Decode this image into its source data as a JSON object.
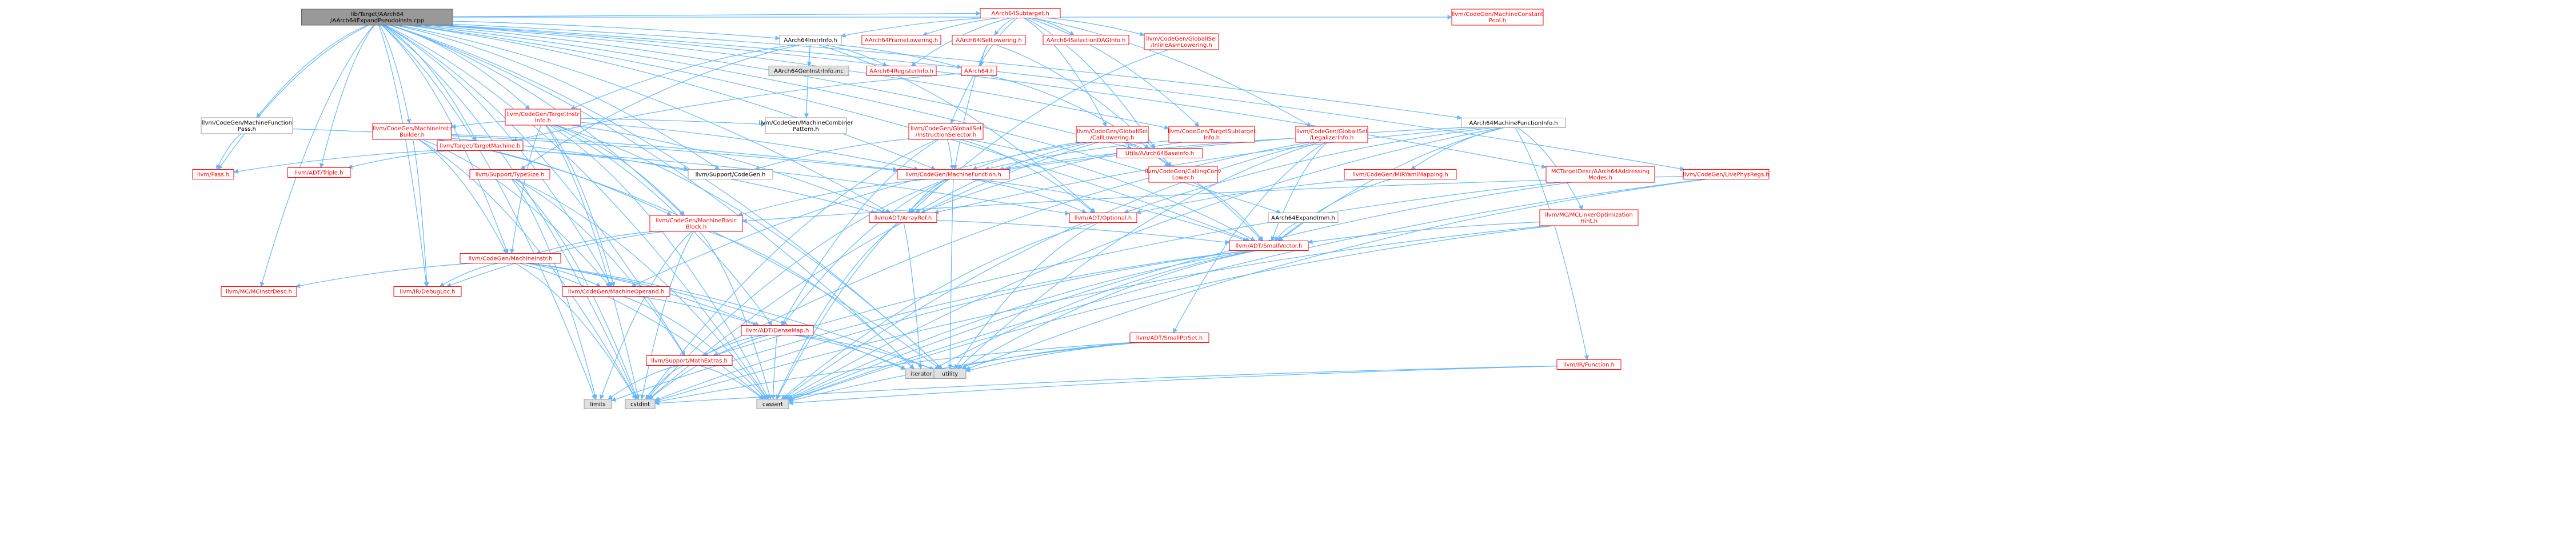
{
  "colors": {
    "edge": "#63b8ff",
    "root_fill": "#999999",
    "node_fill": "#ffffff",
    "node_border_missing": "#ff0000",
    "node_border_plain": "#999999",
    "gray_fill": "#e0e0e0",
    "text_red": "#ff0000",
    "text_black": "#000000"
  },
  "nodes": [
    {
      "id": "root",
      "lines": [
        "lib/Target/AArch64",
        "/AArch64ExpandPseudoInsts.cpp"
      ],
      "style": "root"
    },
    {
      "id": "subtarget",
      "lines": [
        "AArch64Subtarget.h"
      ],
      "style": "red"
    },
    {
      "id": "instrinfo",
      "lines": [
        "AArch64InstrInfo.h"
      ],
      "style": "plain"
    },
    {
      "id": "framelowering",
      "lines": [
        "AArch64FrameLowering.h"
      ],
      "style": "red"
    },
    {
      "id": "isellowering",
      "lines": [
        "AArch64ISelLowering.h"
      ],
      "style": "red"
    },
    {
      "id": "seldaginfo",
      "lines": [
        "AArch64SelectionDAGInfo.h"
      ],
      "style": "red"
    },
    {
      "id": "inlineasm",
      "lines": [
        "llvm/CodeGen/GlobalISel",
        "/InlineAsmLowering.h"
      ],
      "style": "red"
    },
    {
      "id": "legalizer",
      "lines": [
        "llvm/CodeGen/GlobalISel",
        "/LegalizerInfo.h"
      ],
      "style": "red"
    },
    {
      "id": "constpool",
      "lines": [
        "llvm/CodeGen/MachineConstant",
        "Pool.h"
      ],
      "style": "red"
    },
    {
      "id": "gendesc",
      "lines": [
        "AArch64GenInstrInfo.inc"
      ],
      "style": "gray"
    },
    {
      "id": "reginfo",
      "lines": [
        "AArch64RegisterInfo.h"
      ],
      "style": "red"
    },
    {
      "id": "aarch64",
      "lines": [
        "AArch64.h"
      ],
      "style": "red"
    },
    {
      "id": "targetinstr",
      "lines": [
        "llvm/CodeGen/TargetInstr",
        "Info.h"
      ],
      "style": "red"
    },
    {
      "id": "combiner",
      "lines": [
        "llvm/CodeGen/MachineCombiner",
        "Pattern.h"
      ],
      "style": "plain"
    },
    {
      "id": "mfpass",
      "lines": [
        "llvm/CodeGen/MachineFunction",
        "Pass.h"
      ],
      "style": "plain"
    },
    {
      "id": "instrbuilder",
      "lines": [
        "llvm/CodeGen/MachineInstr",
        "Builder.h"
      ],
      "style": "red"
    },
    {
      "id": "targetmachine",
      "lines": [
        "llvm/Target/TargetMachine.h"
      ],
      "style": "red"
    },
    {
      "id": "instrselector",
      "lines": [
        "llvm/CodeGen/GlobalISel",
        "/InstructionSelector.h"
      ],
      "style": "red"
    },
    {
      "id": "calllowering",
      "lines": [
        "llvm/CodeGen/GlobalISel",
        "/CallLowering.h"
      ],
      "style": "red"
    },
    {
      "id": "targetsubinfo",
      "lines": [
        "llvm/CodeGen/TargetSubtarget",
        "Info.h"
      ],
      "style": "red"
    },
    {
      "id": "baseinfo",
      "lines": [
        "Utils/AArch64BaseInfo.h"
      ],
      "style": "red"
    },
    {
      "id": "mfi",
      "lines": [
        "AArch64MachineFunctionInfo.h"
      ],
      "style": "plain"
    },
    {
      "id": "addrmodes",
      "lines": [
        "MCTargetDesc/AArch64Addressing",
        "Modes.h"
      ],
      "style": "red"
    },
    {
      "id": "livephys",
      "lines": [
        "llvm/CodeGen/LivePhysRegs.h"
      ],
      "style": "red"
    },
    {
      "id": "pass",
      "lines": [
        "llvm/Pass.h"
      ],
      "style": "red"
    },
    {
      "id": "triple",
      "lines": [
        "llvm/ADT/Triple.h"
      ],
      "style": "red"
    },
    {
      "id": "typesize",
      "lines": [
        "llvm/Support/TypeSize.h"
      ],
      "style": "red"
    },
    {
      "id": "codegen",
      "lines": [
        "llvm/Support/CodeGen.h"
      ],
      "style": "plain"
    },
    {
      "id": "machinefunction",
      "lines": [
        "llvm/CodeGen/MachineFunction.h"
      ],
      "style": "red"
    },
    {
      "id": "callconv",
      "lines": [
        "llvm/CodeGen/CallingConv",
        "Lower.h"
      ],
      "style": "red"
    },
    {
      "id": "mirymlmapping",
      "lines": [
        "llvm/CodeGen/MIRYamlMapping.h"
      ],
      "style": "red"
    },
    {
      "id": "expandimm",
      "lines": [
        "AArch64ExpandImm.h"
      ],
      "style": "plain"
    },
    {
      "id": "mclinker",
      "lines": [
        "llvm/MC/MCLinkerOptimization",
        "Hint.h"
      ],
      "style": "red"
    },
    {
      "id": "mbb",
      "lines": [
        "llvm/CodeGen/MachineBasic",
        "Block.h"
      ],
      "style": "red"
    },
    {
      "id": "arrayref",
      "lines": [
        "llvm/ADT/ArrayRef.h"
      ],
      "style": "red"
    },
    {
      "id": "optional",
      "lines": [
        "llvm/ADT/Optional.h"
      ],
      "style": "red"
    },
    {
      "id": "smallvector",
      "lines": [
        "llvm/ADT/SmallVector.h"
      ],
      "style": "red"
    },
    {
      "id": "machineinstr",
      "lines": [
        "llvm/CodeGen/MachineInstr.h"
      ],
      "style": "red"
    },
    {
      "id": "mcinstrdesc",
      "lines": [
        "llvm/MC/MCInstrDesc.h"
      ],
      "style": "red"
    },
    {
      "id": "debugloc",
      "lines": [
        "llvm/IR/DebugLoc.h"
      ],
      "style": "red"
    },
    {
      "id": "operand",
      "lines": [
        "llvm/CodeGen/MachineOperand.h"
      ],
      "style": "red"
    },
    {
      "id": "densemap",
      "lines": [
        "llvm/ADT/DenseMap.h"
      ],
      "style": "red"
    },
    {
      "id": "smallptrset",
      "lines": [
        "llvm/ADT/SmallPtrSet.h"
      ],
      "style": "red"
    },
    {
      "id": "mathextras",
      "lines": [
        "llvm/Support/MathExtras.h"
      ],
      "style": "red"
    },
    {
      "id": "function",
      "lines": [
        "llvm/IR/Function.h"
      ],
      "style": "red"
    },
    {
      "id": "iterator",
      "lines": [
        "iterator"
      ],
      "style": "gray"
    },
    {
      "id": "utility",
      "lines": [
        "utility"
      ],
      "style": "gray"
    },
    {
      "id": "limits",
      "lines": [
        "limits"
      ],
      "style": "gray"
    },
    {
      "id": "cstdint",
      "lines": [
        "cstdint"
      ],
      "style": "gray"
    },
    {
      "id": "cassert",
      "lines": [
        "cassert"
      ],
      "style": "gray"
    }
  ],
  "edges": [
    [
      "root",
      "subtarget"
    ],
    [
      "root",
      "instrinfo"
    ],
    [
      "root",
      "mfi"
    ],
    [
      "root",
      "constpool"
    ],
    [
      "root",
      "addrmodes"
    ],
    [
      "root",
      "livephys"
    ],
    [
      "root",
      "instrbuilder"
    ],
    [
      "root",
      "mfpass"
    ],
    [
      "root",
      "pass"
    ],
    [
      "root",
      "triple"
    ],
    [
      "root",
      "targetmachine"
    ],
    [
      "root",
      "mbb"
    ],
    [
      "root",
      "machineinstr"
    ],
    [
      "root",
      "operand"
    ],
    [
      "root",
      "debugloc"
    ],
    [
      "root",
      "mathextras"
    ],
    [
      "root",
      "codegen"
    ],
    [
      "root",
      "machinefunction"
    ],
    [
      "root",
      "expandimm"
    ],
    [
      "root",
      "baseinfo"
    ],
    [
      "root",
      "targetsubinfo"
    ],
    [
      "root",
      "limits"
    ],
    [
      "root",
      "cstdint"
    ],
    [
      "root",
      "cassert"
    ],
    [
      "root",
      "utility"
    ],
    [
      "root",
      "iterator"
    ],
    [
      "root",
      "mcinstrdesc"
    ],
    [
      "root",
      "targetinstr"
    ],
    [
      "root",
      "smallvector"
    ],
    [
      "root",
      "arrayref"
    ],
    [
      "subtarget",
      "framelowering"
    ],
    [
      "subtarget",
      "isellowering"
    ],
    [
      "subtarget",
      "seldaginfo"
    ],
    [
      "subtarget",
      "inlineasm"
    ],
    [
      "subtarget",
      "legalizer"
    ],
    [
      "subtarget",
      "reginfo"
    ],
    [
      "subtarget",
      "instrinfo"
    ],
    [
      "subtarget",
      "targetsubinfo"
    ],
    [
      "subtarget",
      "calllowering"
    ],
    [
      "subtarget",
      "instrselector"
    ],
    [
      "subtarget",
      "baseinfo"
    ],
    [
      "instrinfo",
      "gendesc"
    ],
    [
      "instrinfo",
      "reginfo"
    ],
    [
      "instrinfo",
      "aarch64"
    ],
    [
      "instrinfo",
      "targetinstr"
    ],
    [
      "instrinfo",
      "combiner"
    ],
    [
      "instrinfo",
      "typesize"
    ],
    [
      "instrinfo",
      "optional"
    ],
    [
      "isellowering",
      "aarch64"
    ],
    [
      "isellowering",
      "callconv"
    ],
    [
      "isellowering",
      "machinefunction"
    ],
    [
      "aarch64",
      "targetmachine"
    ],
    [
      "aarch64",
      "baseinfo"
    ],
    [
      "targetinstr",
      "instrbuilder"
    ],
    [
      "targetinstr",
      "combiner"
    ],
    [
      "targetinstr",
      "mbb"
    ],
    [
      "targetinstr",
      "machinefunction"
    ],
    [
      "targetinstr",
      "arrayref"
    ],
    [
      "targetinstr",
      "densemap"
    ],
    [
      "targetinstr",
      "operand"
    ],
    [
      "targetinstr",
      "machineinstr"
    ],
    [
      "targetinstr",
      "cassert"
    ],
    [
      "targetinstr",
      "cstdint"
    ],
    [
      "targetinstr",
      "utility"
    ],
    [
      "mfpass",
      "pass"
    ],
    [
      "mfpass",
      "machinefunction"
    ],
    [
      "instrbuilder",
      "mbb"
    ],
    [
      "instrbuilder",
      "machinefunction"
    ],
    [
      "instrbuilder",
      "machineinstr"
    ],
    [
      "instrbuilder",
      "operand"
    ],
    [
      "instrbuilder",
      "arrayref"
    ],
    [
      "instrbuilder",
      "debugloc"
    ],
    [
      "instrbuilder",
      "cstdint"
    ],
    [
      "targetmachine",
      "triple"
    ],
    [
      "targetmachine",
      "codegen"
    ],
    [
      "targetmachine",
      "pass"
    ],
    [
      "targetmachine",
      "optional"
    ],
    [
      "targetmachine",
      "utility"
    ],
    [
      "instrselector",
      "machinefunction"
    ],
    [
      "instrselector",
      "codegen"
    ],
    [
      "instrselector",
      "smallvector"
    ],
    [
      "instrselector",
      "densemap"
    ],
    [
      "instrselector",
      "cstdint"
    ],
    [
      "instrselector",
      "optional"
    ],
    [
      "calllowering",
      "callconv"
    ],
    [
      "calllowering",
      "machinefunction"
    ],
    [
      "calllowering",
      "arrayref"
    ],
    [
      "calllowering",
      "smallvector"
    ],
    [
      "calllowering",
      "operand"
    ],
    [
      "calllowering",
      "cstdint"
    ],
    [
      "inlineasm",
      "arrayref"
    ],
    [
      "legalizer",
      "machinefunction"
    ],
    [
      "legalizer",
      "smallvector"
    ],
    [
      "legalizer",
      "smallptrset"
    ],
    [
      "legalizer",
      "mathextras"
    ],
    [
      "legalizer",
      "cassert"
    ],
    [
      "legalizer",
      "utility"
    ],
    [
      "targetsubinfo",
      "arrayref"
    ],
    [
      "targetsubinfo",
      "machinefunction"
    ],
    [
      "mfi",
      "mirymlmapping"
    ],
    [
      "mfi",
      "mclinker"
    ],
    [
      "mfi",
      "optional"
    ],
    [
      "mfi",
      "smallvector"
    ],
    [
      "mfi",
      "arrayref"
    ],
    [
      "mfi",
      "machinefunction"
    ],
    [
      "mfi",
      "function"
    ],
    [
      "mfi",
      "cassert"
    ],
    [
      "addrmodes",
      "mathextras"
    ],
    [
      "addrmodes",
      "cassert"
    ],
    [
      "livephys",
      "mbb"
    ],
    [
      "livephys",
      "utility"
    ],
    [
      "livephys",
      "cassert"
    ],
    [
      "typesize",
      "mathextras"
    ],
    [
      "typesize",
      "cassert"
    ],
    [
      "typesize",
      "cstdint"
    ],
    [
      "typesize",
      "limits"
    ],
    [
      "machinefunction",
      "mbb"
    ],
    [
      "machinefunction",
      "arrayref"
    ],
    [
      "machinefunction",
      "optional"
    ],
    [
      "machinefunction",
      "smallvector"
    ],
    [
      "machinefunction",
      "densemap"
    ],
    [
      "machinefunction",
      "cassert"
    ],
    [
      "machinefunction",
      "utility"
    ],
    [
      "machinefunction",
      "cstdint"
    ],
    [
      "callconv",
      "smallvector"
    ],
    [
      "mirymlmapping",
      "smallvector"
    ],
    [
      "mirymlmapping",
      "optional"
    ],
    [
      "expandimm",
      "smallvector"
    ],
    [
      "mclinker",
      "smallvector"
    ],
    [
      "mclinker",
      "cassert"
    ],
    [
      "mclinker",
      "cstdint"
    ],
    [
      "mbb",
      "machineinstr"
    ],
    [
      "mbb",
      "debugloc"
    ],
    [
      "mbb",
      "iterator"
    ],
    [
      "mbb",
      "cassert"
    ],
    [
      "mbb",
      "limits"
    ],
    [
      "mbb",
      "cstdint"
    ],
    [
      "arrayref",
      "smallvector"
    ],
    [
      "arrayref",
      "iterator"
    ],
    [
      "arrayref",
      "cassert"
    ],
    [
      "optional",
      "utility"
    ],
    [
      "optional",
      "cassert"
    ],
    [
      "smallvector",
      "iterator"
    ],
    [
      "smallvector",
      "utility"
    ],
    [
      "smallvector",
      "cstdint"
    ],
    [
      "smallvector",
      "cassert"
    ],
    [
      "smallvector",
      "limits"
    ],
    [
      "machineinstr",
      "mcinstrdesc"
    ],
    [
      "machineinstr",
      "debugloc"
    ],
    [
      "machineinstr",
      "operand"
    ],
    [
      "machineinstr",
      "densemap"
    ],
    [
      "machineinstr",
      "iterator"
    ],
    [
      "machineinstr",
      "cassert"
    ],
    [
      "machineinstr",
      "cstdint"
    ],
    [
      "machineinstr",
      "utility"
    ],
    [
      "operand",
      "densemap"
    ],
    [
      "operand",
      "cassert"
    ],
    [
      "densemap",
      "mathextras"
    ],
    [
      "densemap",
      "iterator"
    ],
    [
      "densemap",
      "utility"
    ],
    [
      "densemap",
      "cassert"
    ],
    [
      "densemap",
      "cstdint"
    ],
    [
      "smallptrset",
      "iterator"
    ],
    [
      "smallptrset",
      "utility"
    ],
    [
      "smallptrset",
      "cassert"
    ],
    [
      "smallptrset",
      "cstdint"
    ],
    [
      "mathextras",
      "limits"
    ],
    [
      "mathextras",
      "cstdint"
    ],
    [
      "mathextras",
      "cassert"
    ],
    [
      "function",
      "cassert"
    ],
    [
      "function",
      "cstdint"
    ]
  ]
}
